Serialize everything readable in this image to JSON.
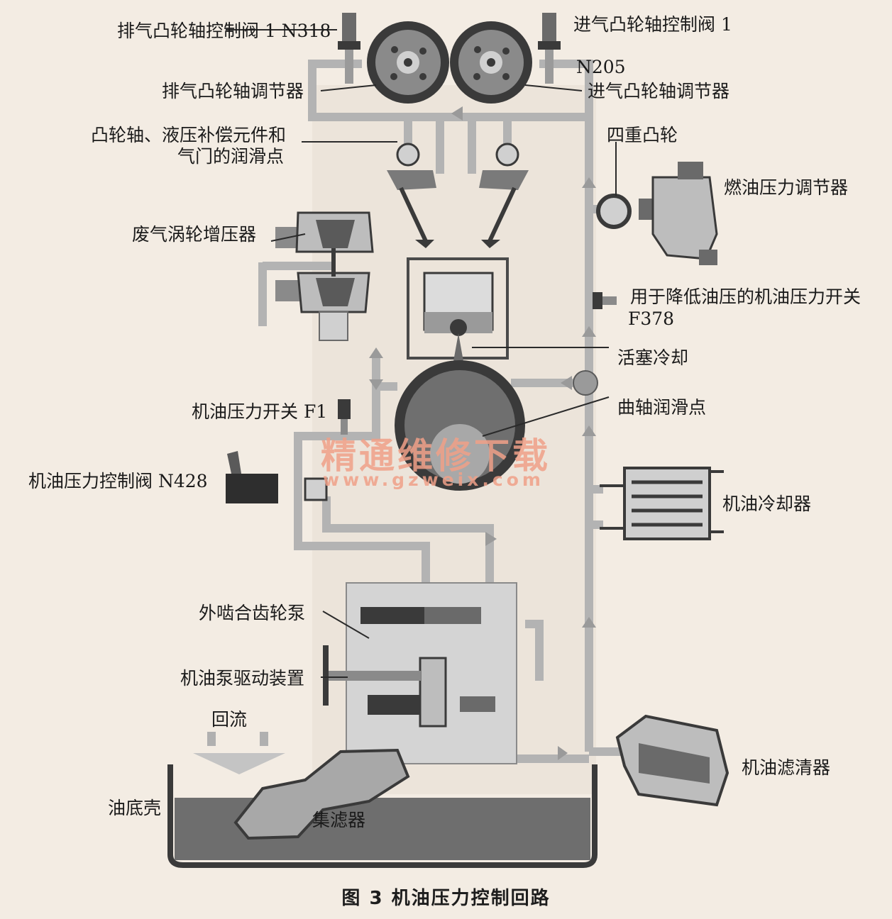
{
  "labels": {
    "exhaust_cam_valve": "排气凸轮轴控制阀 1 N318",
    "intake_cam_valve_line1": "进气凸轮轴控制阀 1",
    "intake_cam_valve_line2": "N205",
    "exhaust_cam_adjuster": "排气凸轮轴调节器",
    "intake_cam_adjuster": "进气凸轮轴调节器",
    "lube_points_line1": "凸轮轴、液压补偿元件和",
    "lube_points_line2": "气门的润滑点",
    "quad_cam": "四重凸轮",
    "fuel_pressure_regulator": "燃油压力调节器",
    "turbocharger": "废气涡轮增压器",
    "low_pressure_switch_line1": "用于降低油压的机油压力开关",
    "low_pressure_switch_line2": "F378",
    "piston_cooling": "活塞冷却",
    "crank_lube_point": "曲轴润滑点",
    "oil_pressure_switch": "机油压力开关 F1",
    "oil_pressure_control_valve": "机油压力控制阀 N428",
    "oil_cooler": "机油冷却器",
    "gear_pump": "外啮合齿轮泵",
    "pump_drive": "机油泵驱动装置",
    "return_flow": "回流",
    "oil_filter": "机油滤清器",
    "oil_pan": "油底壳",
    "strainer": "集滤器"
  },
  "watermark": {
    "text": "精通维修下载",
    "url": "www.gzweix.com"
  },
  "caption": "图 3    机油压力控制回路",
  "colors": {
    "oil_channel": "#b3b3b3",
    "part_dark": "#3a3a3a",
    "part_mid": "#8a8a8a",
    "part_light": "#d0d0d0",
    "oil_level": "#6e6e6e",
    "watermark": "#f0a088"
  }
}
